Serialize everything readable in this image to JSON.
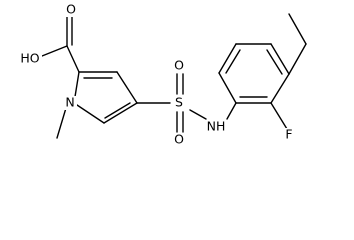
{
  "structure": {
    "atom_labels": {
      "hydroxyl": "HO",
      "carbonyl_oxygen": "O",
      "ring_nitrogen": "N",
      "sulfonyl_sulfur": "S",
      "sulfonyl_oxygen_top": "O",
      "sulfonyl_oxygen_bottom": "O",
      "amide_nitrogen": "NH",
      "fluorine": "F"
    }
  }
}
